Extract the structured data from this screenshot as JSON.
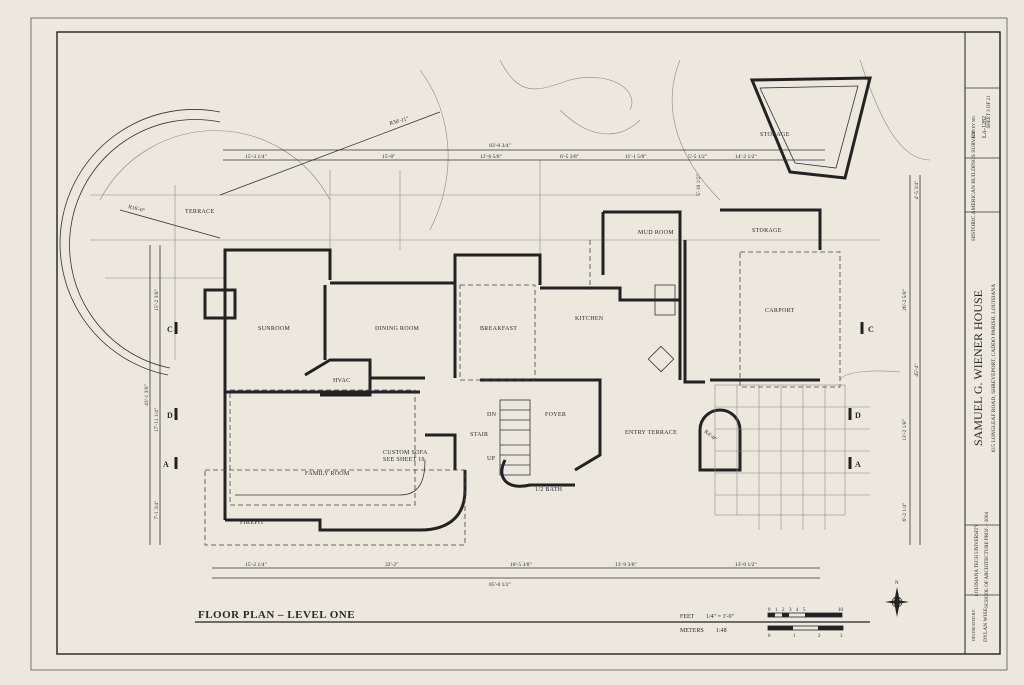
{
  "drawing": {
    "title": "FLOOR PLAN – LEVEL ONE",
    "rooms": {
      "terrace": "TERRACE",
      "storage_top": "STORAGE",
      "mud_room": "MUD ROOM",
      "storage_carport": "STORAGE",
      "carport": "CARPORT",
      "sunroom": "SUNROOM",
      "dining_room": "DINING ROOM",
      "breakfast": "BREAKFAST",
      "kitchen": "KITCHEN",
      "hvac": "HVAC",
      "foyer": "FOYER",
      "stair": "STAIR",
      "entry_terrace": "ENTRY TERRACE",
      "family_room": "FAMILY ROOM",
      "custom_sofa": "CUSTOM SOFA",
      "see_sheet": "SEE SHEET 19",
      "half_bath": "1/2 BATH",
      "firepit": "FIREPIT",
      "dn": "DN",
      "up": "UP"
    },
    "dimensions": {
      "top_total": "83'-0 3/4\"",
      "top": [
        "15'-3 1/4\"",
        "15'-8\"",
        "12'-6 5/8\"",
        "6'-5 3/8\"",
        "11'-1 5/8\"",
        "5'-5 1/2\"",
        "14'-2 1/2\""
      ],
      "bottom": [
        "15'-2 1/4\"",
        "32'-2\"",
        "10'-5 3/8\"",
        "13'-9 3/8\"",
        "13'-0 1/2\""
      ],
      "bottom_total": "85'-0 1/2\"",
      "radius_1": "R30'-11\"",
      "radius_2": "R16'-0\"",
      "radius_3": "R4'-0\"",
      "left": [
        "15'-2 3/8\"",
        "17'-11 1/4\"",
        "7'-1 3/4\""
      ],
      "left_total": "43'-1 3/8\"",
      "right": [
        "4'-5 3/4\"",
        "26'-2 5/8\"",
        "13'-2 1/8\"",
        "6'-2 1/4\""
      ],
      "right_total": "45'-4\"",
      "mid": "5'-10 1/2\""
    },
    "section_marks": [
      "C",
      "D",
      "A"
    ],
    "scale": {
      "feet_label": "FEET",
      "feet_scale": "1/4\" = 1'-0\"",
      "meters_label": "METERS",
      "meters_scale": "1:48",
      "feet_ticks": [
        "0",
        "1",
        "2",
        "3",
        "4",
        "5",
        "10"
      ],
      "meter_ticks": [
        "0",
        "1",
        "2",
        "3"
      ]
    },
    "north_label": "N"
  },
  "titleblock": {
    "building": "SAMUEL G. WIENER HOUSE",
    "address": "615 LONGLEAF ROAD, SHREVEPORT, CADDO PARISH, LOUISIANA",
    "survey": "HISTORIC AMERICAN BUILDINGS SURVEY",
    "sheet": "SHEET 3 OF 21",
    "survey_no_label": "SURVEY NO.",
    "survey_no": "LA-1282",
    "school": "LOUISIANA TECH UNIVERSITY",
    "program": "SCHOOL OF ARCHITECTURE PROJ. – 2004",
    "delineator": "DYLAN WISE",
    "delineated_by": "DELINEATED BY:"
  }
}
